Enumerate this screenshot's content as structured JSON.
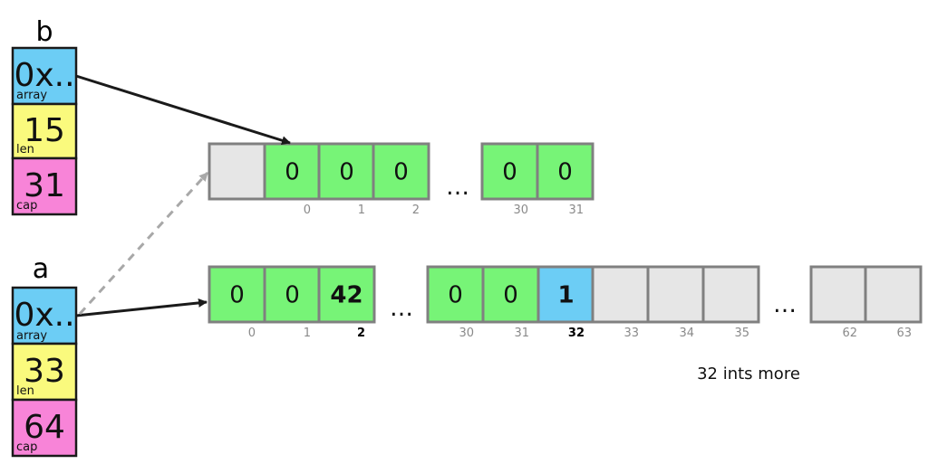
{
  "colors": {
    "green": "#77f477",
    "grey": "#e6e6e6",
    "blue": "#6ccdf5",
    "yellow": "#fafa7d",
    "pink": "#f884d8",
    "border": "#808080"
  },
  "headers": {
    "b": {
      "name": "b",
      "array": "0x..",
      "array_label": "array",
      "len": "15",
      "len_label": "len",
      "cap": "31",
      "cap_label": "cap"
    },
    "a": {
      "name": "a",
      "array": "0x..",
      "array_label": "array",
      "len": "33",
      "len_label": "len",
      "cap": "64",
      "cap_label": "cap"
    }
  },
  "top_row": [
    {
      "value": "",
      "index": "",
      "fill": "grey"
    },
    {
      "value": "0",
      "index": "0",
      "fill": "green"
    },
    {
      "value": "0",
      "index": "1",
      "fill": "green"
    },
    {
      "value": "0",
      "index": "2",
      "fill": "green"
    },
    {
      "value": "0",
      "index": "30",
      "fill": "green"
    },
    {
      "value": "0",
      "index": "31",
      "fill": "green"
    }
  ],
  "bottom_row": [
    {
      "value": "0",
      "index": "0",
      "fill": "green"
    },
    {
      "value": "0",
      "index": "1",
      "fill": "green"
    },
    {
      "value": "42",
      "index": "2",
      "fill": "green",
      "bold": true
    },
    {
      "value": "0",
      "index": "30",
      "fill": "green"
    },
    {
      "value": "0",
      "index": "31",
      "fill": "green"
    },
    {
      "value": "1",
      "index": "32",
      "fill": "blue",
      "bold": true
    },
    {
      "value": "",
      "index": "33",
      "fill": "grey"
    },
    {
      "value": "",
      "index": "34",
      "fill": "grey"
    },
    {
      "value": "",
      "index": "35",
      "fill": "grey"
    },
    {
      "value": "",
      "index": "62",
      "fill": "grey"
    },
    {
      "value": "",
      "index": "63",
      "fill": "grey"
    }
  ],
  "ellipsis": "…",
  "note": "32 ints more"
}
